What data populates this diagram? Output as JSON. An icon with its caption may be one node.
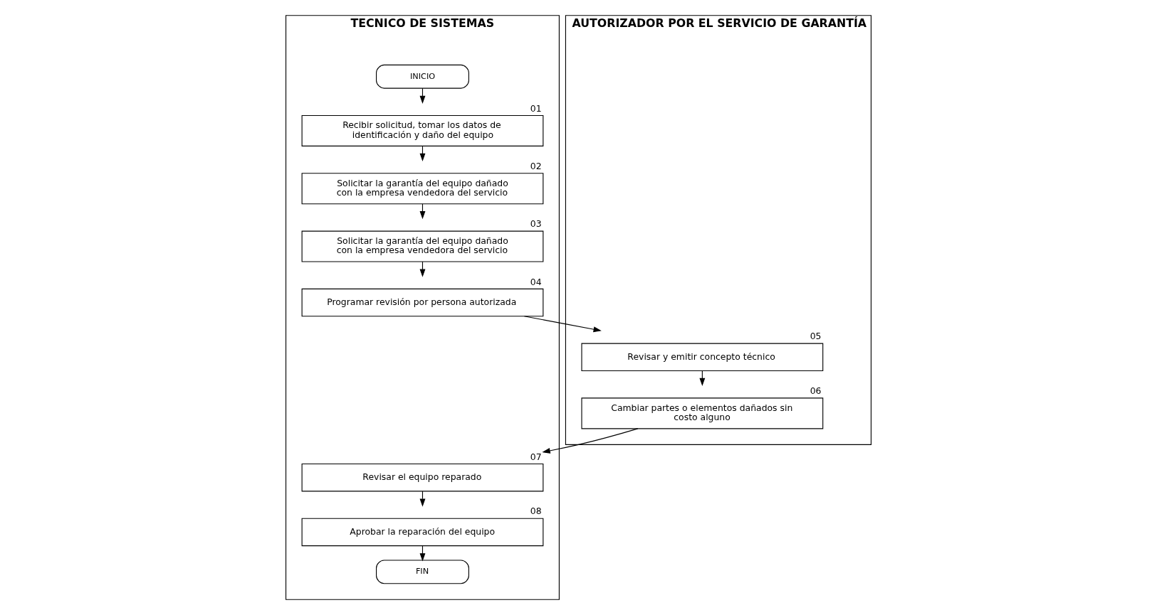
{
  "diagram": {
    "nodes": [
      {
        "text": [
          "TECNICO DE SISTEMAS"
        ]
      },
      {
        "text": [
          "AUTORIZADOR POR EL SERVICIO DE GARANTÍA"
        ]
      },
      {
        "text": [
          "INICIO"
        ],
        "in": 0
      },
      {
        "text": [
          "Recibir solicitud, tomar los datos de identificación y daño del equipo"
        ],
        "in": 0,
        "beside": [
          "01"
        ]
      },
      {
        "text": [
          "Solicitar la garantía del equipo dañado con la empresa vendedora del servicio"
        ],
        "in": 0,
        "beside": [
          "02"
        ]
      },
      {
        "text": [
          "Solicitar la garantía del equipo dañado con la empresa vendedora del servicio"
        ],
        "in": 0,
        "beside": [
          "03"
        ]
      },
      {
        "text": [
          "Programar revisión por persona autorizada"
        ],
        "in": 0,
        "beside": [
          "04"
        ]
      },
      {
        "text": [
          "Revisar y emitir concepto técnico"
        ],
        "in": 1,
        "beside": [
          "05"
        ]
      },
      {
        "text": [
          "Cambiar partes o elementos dañados sin costo alguno"
        ],
        "in": 1,
        "beside": [
          "06"
        ]
      },
      {
        "text": [
          "Revisar el equipo reparado"
        ],
        "in": 0,
        "beside": [
          "07"
        ]
      },
      {
        "text": [
          "Aprobar la reparación del equipo"
        ],
        "in": 0,
        "beside": [
          "08"
        ]
      },
      {
        "text": [
          "FIN"
        ],
        "in": 0
      }
    ],
    "edges": [
      {
        "from": 2,
        "to": 3,
        "arrow": "to"
      },
      {
        "from": 3,
        "to": 4,
        "arrow": "to"
      },
      {
        "from": 4,
        "to": 5,
        "arrow": "to"
      },
      {
        "from": 5,
        "to": 6,
        "arrow": "to"
      },
      {
        "from": 6,
        "to": 7,
        "arrow": "to"
      },
      {
        "from": 7,
        "to": 8,
        "arrow": "to"
      },
      {
        "from": 8,
        "to": 9,
        "arrow": "to"
      },
      {
        "from": 9,
        "to": 10,
        "arrow": "to"
      },
      {
        "from": 10,
        "to": 11,
        "arrow": "to"
      }
    ]
  }
}
